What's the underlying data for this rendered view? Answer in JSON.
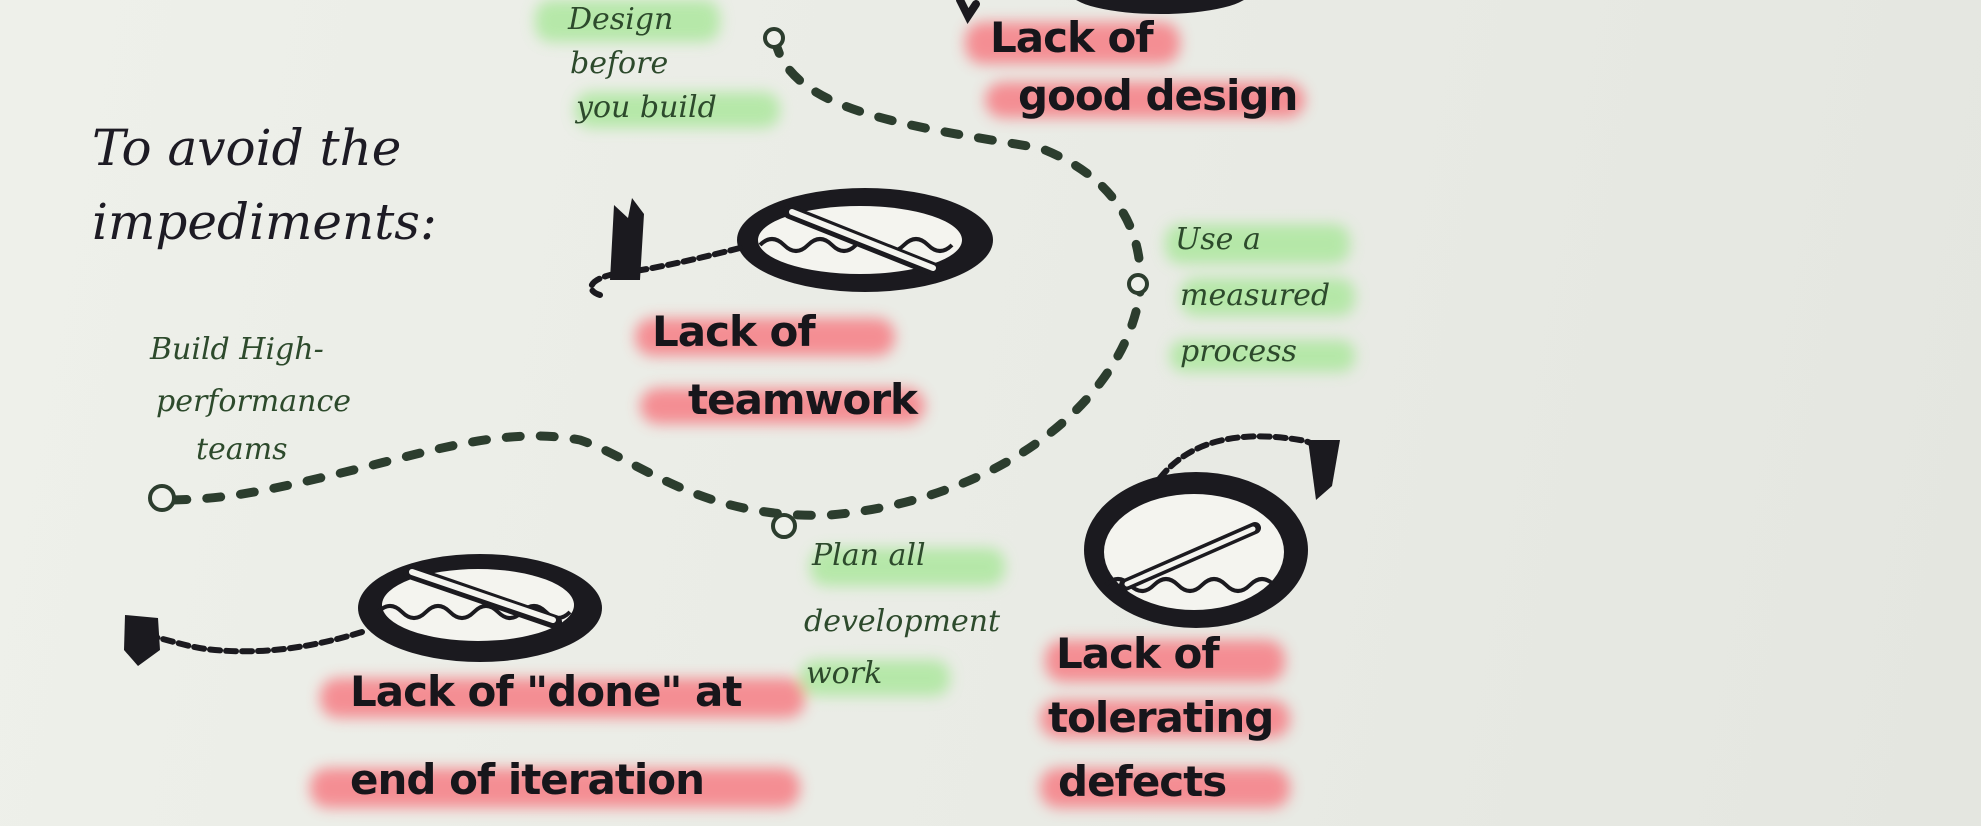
{
  "heading": {
    "line1": "To avoid the",
    "line2": "impediments:"
  },
  "solutions": {
    "design": {
      "lines": [
        "Design",
        "before",
        "you build"
      ]
    },
    "measured": {
      "lines": [
        "Use a",
        "measured",
        "process"
      ]
    },
    "teams": {
      "lines": [
        "Build High-",
        "performance",
        "teams"
      ]
    },
    "plan": {
      "lines": [
        "Plan all",
        "development",
        "work"
      ]
    }
  },
  "impediments": {
    "design": {
      "lines": [
        "Lack of",
        "good design"
      ]
    },
    "teamwork": {
      "lines": [
        "Lack of",
        "teamwork"
      ]
    },
    "done": {
      "lines": [
        "Lack of \"done\" at",
        "end of iteration"
      ]
    },
    "defects": {
      "lines": [
        "Lack of",
        "tolerating",
        "defects"
      ]
    }
  },
  "colors": {
    "solution_highlight": "#a9e79a",
    "impediment_highlight": "#f7777f",
    "path": "#2c3d2e",
    "ink": "#17161b"
  },
  "icons": [
    "mouse-trap-icon",
    "dashed-path-icon",
    "waypoint-circle-icon"
  ]
}
